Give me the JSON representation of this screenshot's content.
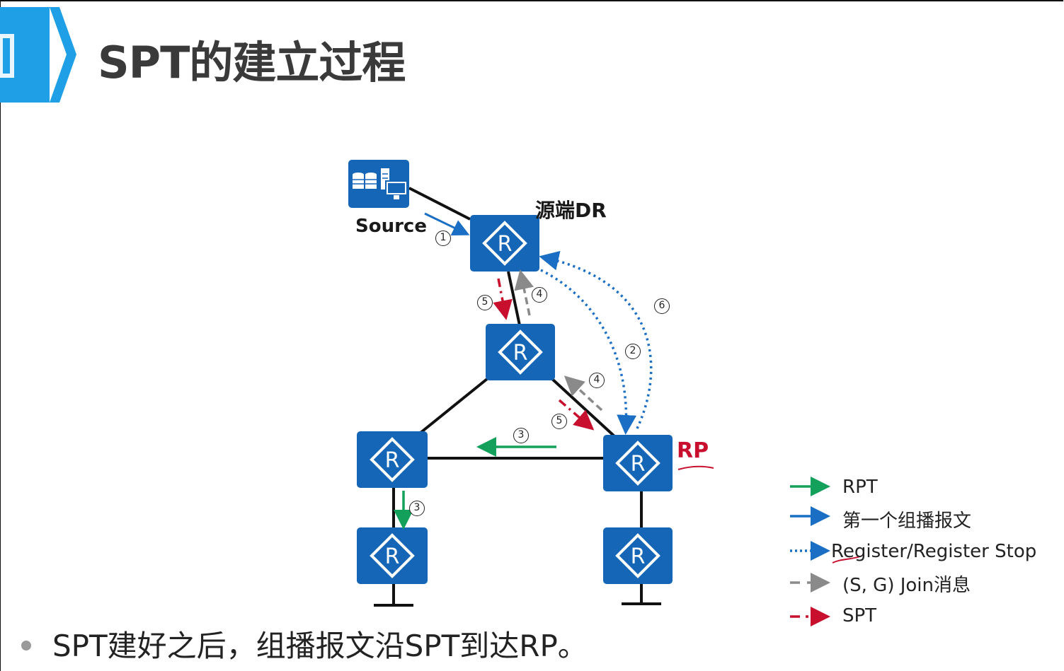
{
  "title": "SPT的建立过程",
  "labels": {
    "source": "Source",
    "dr": "源端DR",
    "rp": "RP"
  },
  "steps": {
    "s1": "1",
    "s2": "2",
    "s3a": "3",
    "s3b": "3",
    "s4a": "4",
    "s4b": "4",
    "s5a": "5",
    "s5b": "5",
    "s6": "6"
  },
  "router_letter": "R",
  "legend": [
    {
      "label": "RPT",
      "style": "solid",
      "color": "#12a05a"
    },
    {
      "label": "第一个组播报文",
      "style": "solid",
      "color": "#1a6fc4"
    },
    {
      "label": "Register/Register Stop",
      "style": "dotted",
      "color": "#1a6fc4"
    },
    {
      "label": "(S, G) Join消息",
      "style": "dashed",
      "color": "#8a8a8a"
    },
    {
      "label": "SPT",
      "style": "dashdot",
      "color": "#c8102e"
    }
  ],
  "bullet": "SPT建好之后，组播报文沿SPT到达RP。",
  "colors": {
    "router": "#1666b8",
    "header_accent": "#1fa0e6",
    "rpt": "#12a05a",
    "first_packet": "#1a6fc4",
    "register": "#1a6fc4",
    "join": "#8a8a8a",
    "spt": "#c8102e",
    "rp_label": "#c8102e"
  }
}
